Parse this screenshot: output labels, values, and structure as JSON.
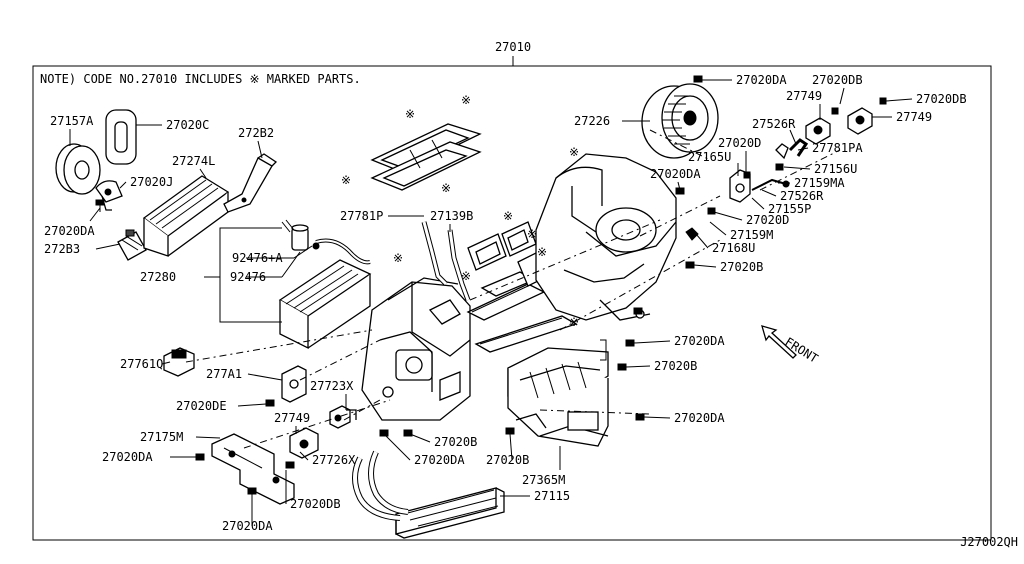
{
  "diagram": {
    "assembly_code": "27010",
    "note": "NOTE) CODE NO.27010 INCLUDES ※ MARKED PARTS.",
    "diagram_id": "J27002QH",
    "front_label": "FRONT",
    "marked_symbol": "※",
    "labels": [
      "27020DA",
      "27020DB",
      "27749",
      "27020DB",
      "27749",
      "27226",
      "27526R",
      "27781PA",
      "27020D",
      "27165U",
      "27156U",
      "27159MA",
      "27526R",
      "27155P",
      "27020DA",
      "27020D",
      "27159M",
      "27168U",
      "27020B",
      "27157A",
      "27020C",
      "272B2",
      "27274L",
      "27020J",
      "27020DA",
      "272B3",
      "27781P",
      "27139B",
      "92476+A",
      "92476",
      "27280",
      "27761Q",
      "277A1",
      "27723X",
      "27020DE",
      "27749",
      "27175M",
      "27020DA",
      "27726X",
      "27020DB",
      "27020DA",
      "27020B",
      "27020DA",
      "27020B",
      "27020DA",
      "27020B",
      "27020DA",
      "27365M",
      "27115"
    ]
  }
}
